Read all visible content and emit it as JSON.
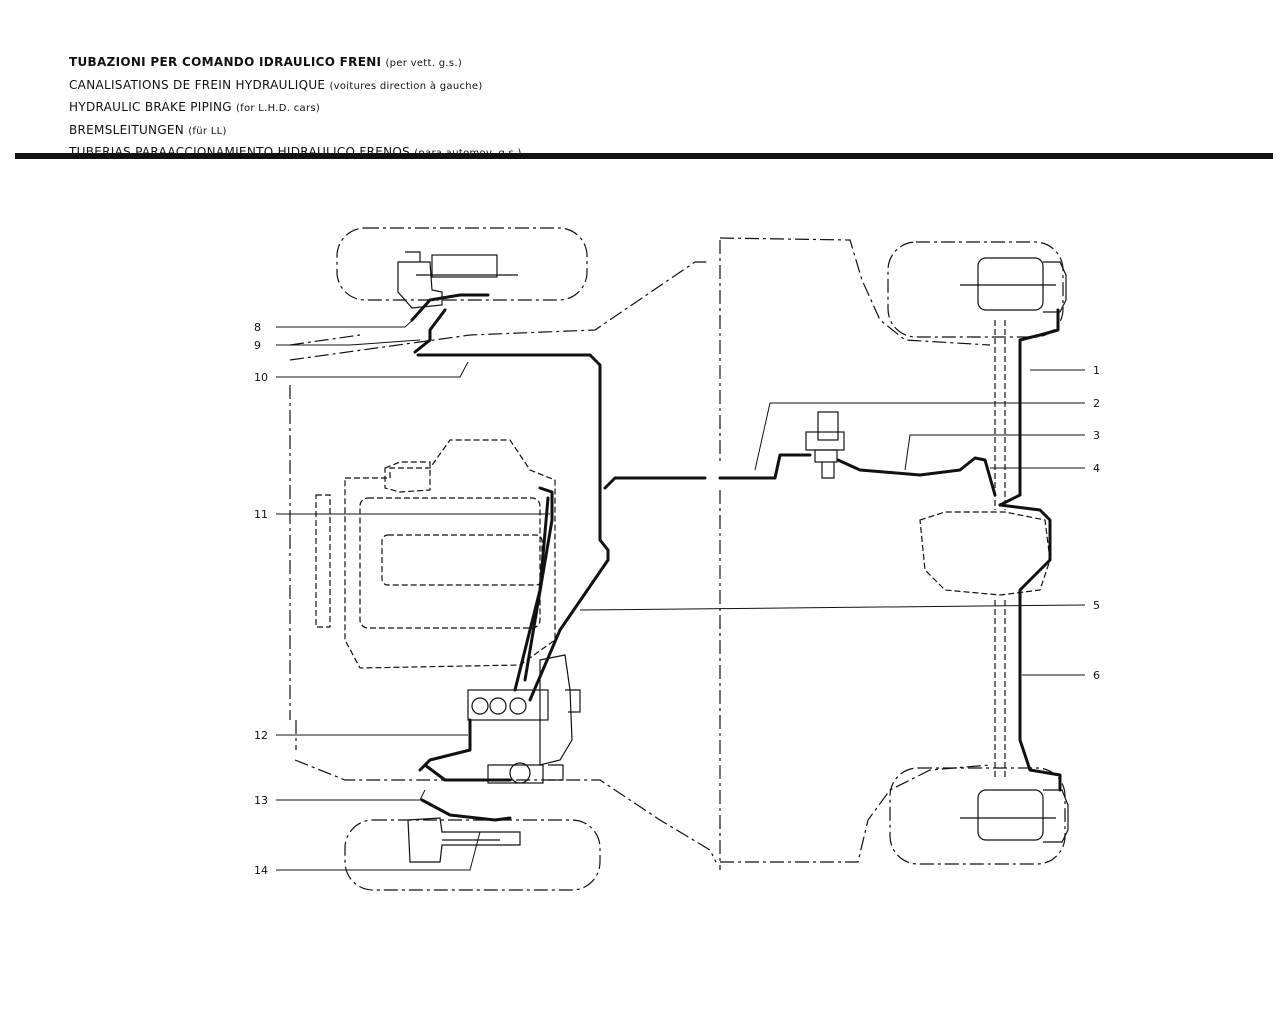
{
  "titles": [
    {
      "main": "TUBAZIONI PER COMANDO IDRAULICO FRENI",
      "sub": "(per vett. g.s.)"
    },
    {
      "main": "CANALISATIONS DE FREIN  HYDRAULIQUE",
      "sub": "(voitures direction à gauche)"
    },
    {
      "main": "HYDRAULIC BRAKE PIPING",
      "sub": "(for L.H.D. cars)"
    },
    {
      "main": "BREMSLEITUNGEN",
      "sub": "(für LL)"
    },
    {
      "main": "TUBERIAS PARAACCIONAMIENTO HIDRAULICO FRENOS",
      "sub": "(para automov. g.s.)"
    }
  ],
  "callouts": [
    "1",
    "2",
    "3",
    "4",
    "5",
    "6",
    "8",
    "9",
    "10",
    "11",
    "12",
    "13",
    "14"
  ],
  "colors": {
    "ink": "#111111",
    "paper": "#ffffff"
  }
}
